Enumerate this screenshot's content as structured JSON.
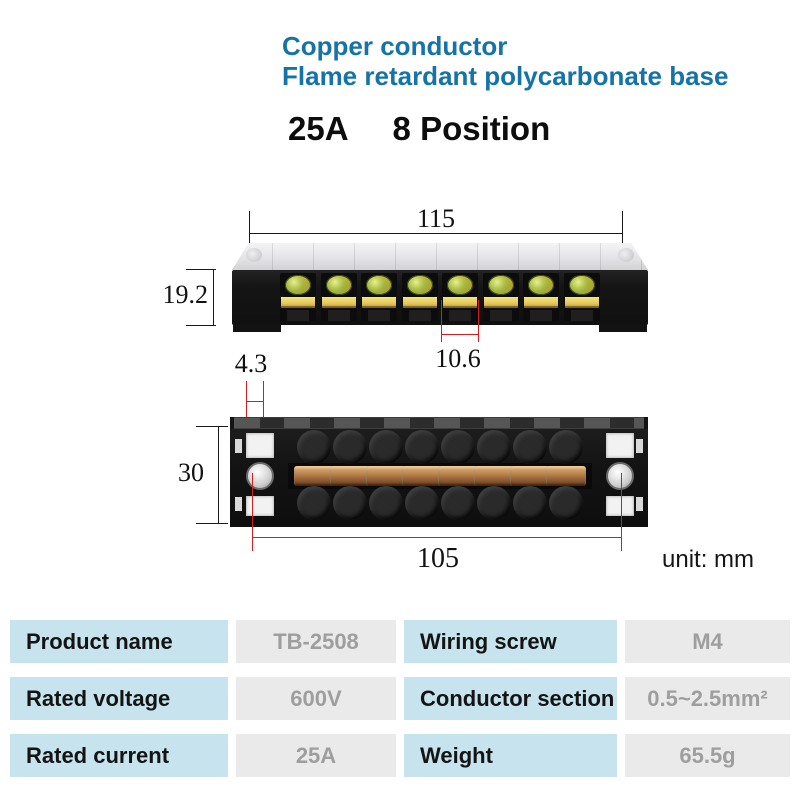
{
  "header": {
    "line1": "Copper conductor",
    "line2": "Flame retardant polycarbonate base",
    "current": "25A",
    "positions": "8 Position",
    "accent_color": "#1673a8"
  },
  "diagram": {
    "unit_label": "unit: mm",
    "front_view": {
      "width_mm": "115",
      "height_mm": "19.2",
      "pitch_mm": "10.6"
    },
    "top_view": {
      "hole_offset_mm": "4.3",
      "depth_mm": "30",
      "mount_span_mm": "105"
    },
    "colors": {
      "dimension_red": "#cf2121",
      "dimension_black": "#1a1a1a"
    }
  },
  "spec_table": {
    "colors": {
      "label_bg": "#c6e3ee",
      "value_bg": "#eaeaea",
      "value_text": "#9e9e9e"
    },
    "rows": [
      {
        "cells": [
          {
            "label": "Product name",
            "value": "TB-2508"
          },
          {
            "label": "Wiring screw",
            "value": "M4"
          }
        ]
      },
      {
        "cells": [
          {
            "label": "Rated voltage",
            "value": "600V"
          },
          {
            "label": "Conductor section",
            "value": "0.5~2.5mm²"
          }
        ]
      },
      {
        "cells": [
          {
            "label": "Rated current",
            "value": "25A"
          },
          {
            "label": "Weight",
            "value": "65.5g"
          }
        ]
      }
    ]
  }
}
